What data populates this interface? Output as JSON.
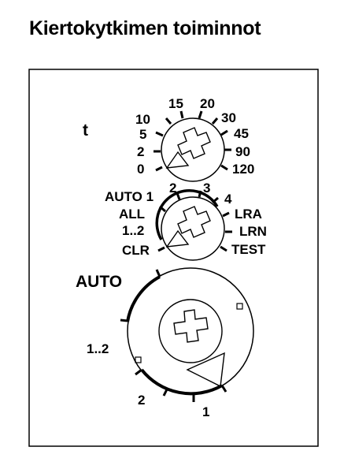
{
  "title": "Kiertokytkimen toiminnot",
  "colors": {
    "ink": "#000000",
    "background": "#ffffff"
  },
  "dial_t": {
    "symbol": "t",
    "labels_left": [
      "10",
      "5",
      "2",
      "0"
    ],
    "labels_top": [
      "15",
      "20"
    ],
    "labels_right": [
      "30",
      "45",
      "90",
      "120"
    ]
  },
  "dial_mode": {
    "labels_top": [
      "AUTO 1",
      "2",
      "3",
      "4"
    ],
    "labels_left": [
      "ALL",
      "1..2",
      "CLR"
    ],
    "labels_right": [
      "LRA",
      "LRN",
      "TEST"
    ]
  },
  "dial_main": {
    "label_auto": "AUTO",
    "label_12": "1..2",
    "label_2": "2",
    "label_1": "1"
  }
}
